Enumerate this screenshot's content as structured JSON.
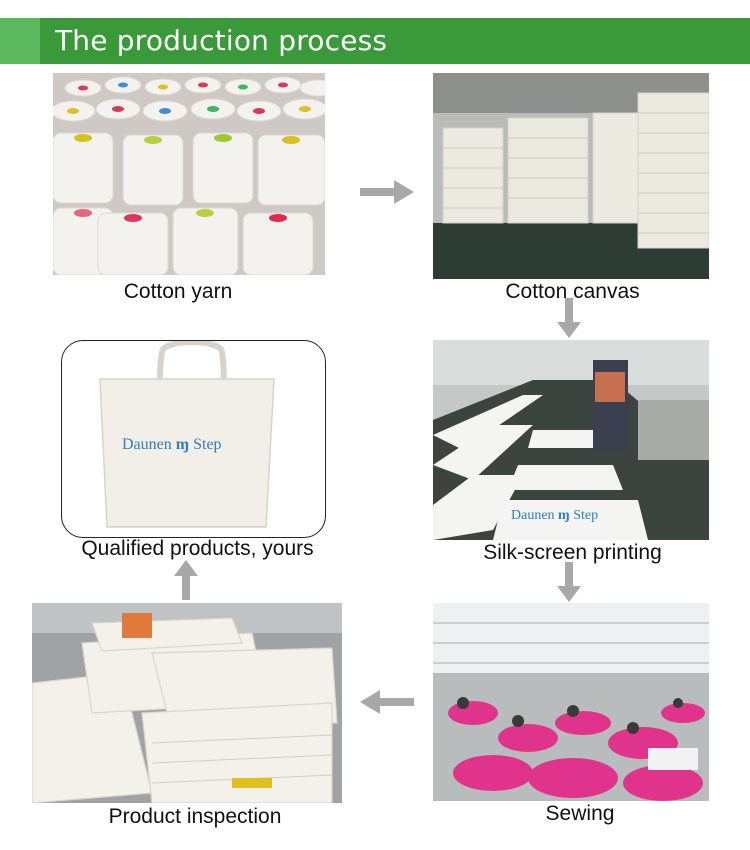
{
  "header": {
    "title": "The production process"
  },
  "steps": {
    "cotton_yarn": {
      "caption": "Cotton yarn"
    },
    "cotton_canvas": {
      "caption": "Cotton canvas"
    },
    "silk_screen": {
      "caption": "Silk-screen printing",
      "print_text": "Daunen",
      "print_text_2": "Step"
    },
    "sewing": {
      "caption": "Sewing"
    },
    "inspection": {
      "caption": "Product inspection"
    },
    "qualified": {
      "caption": "Qualified products, yours",
      "brand": "Daunen",
      "brand_2": "Step"
    }
  },
  "colors": {
    "header_green": "#3a9a3a",
    "arrow_gray": "#a8a8a8",
    "brand_blue": "#2f7dc0",
    "sewing_pink": "#e0348c"
  }
}
